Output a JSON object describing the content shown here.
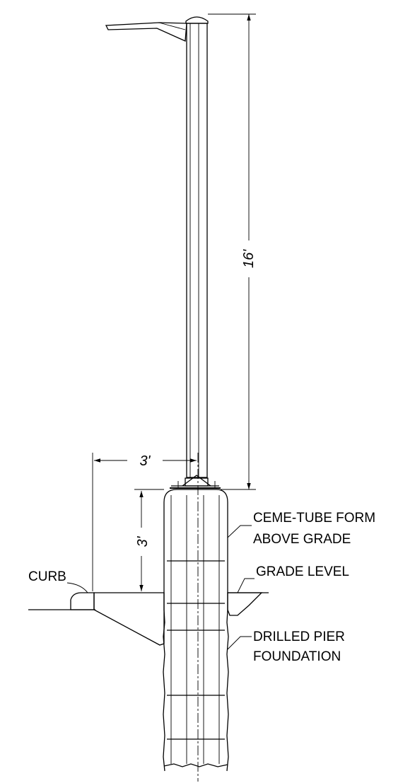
{
  "dimensions": {
    "pole_height": "16'",
    "curb_offset": "3'",
    "form_height": "3'"
  },
  "labels": {
    "ceme_tube_line1": "CEME-TUBE FORM",
    "ceme_tube_line2": "ABOVE GRADE",
    "grade_level": "GRADE LEVEL",
    "curb": "CURB",
    "drilled_pier_line1": "DRILLED PIER",
    "drilled_pier_line2": "FOUNDATION"
  }
}
